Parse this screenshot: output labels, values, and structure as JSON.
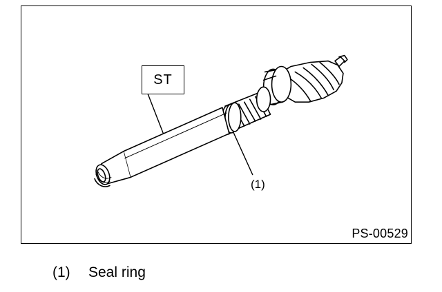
{
  "figure": {
    "tool_label": "ST",
    "callout": "(1)",
    "code": "PS-00529"
  },
  "legend": [
    {
      "number": "(1)",
      "text": "Seal ring"
    }
  ],
  "icons": [
    "pinion-shaft-illustration",
    "special-tool-sleeve"
  ]
}
